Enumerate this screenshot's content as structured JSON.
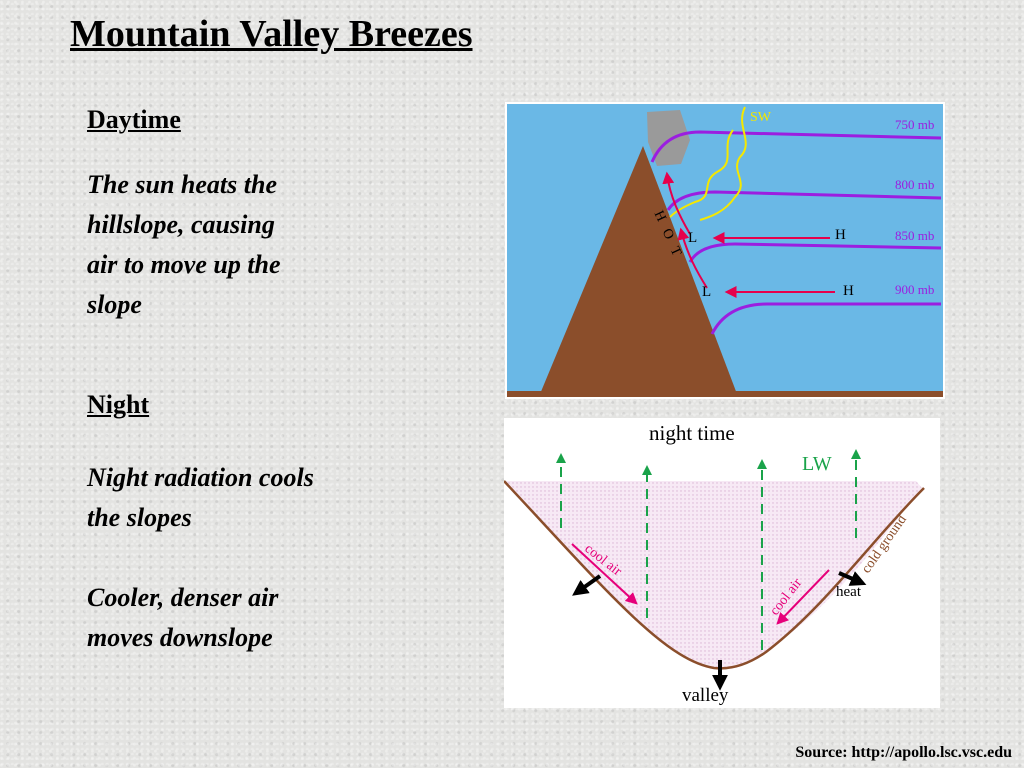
{
  "title": "Mountain Valley Breezes",
  "daytime": {
    "heading": "Daytime",
    "lines": [
      "The sun heats the",
      "hillslope, causing",
      "air to move up the",
      "slope"
    ]
  },
  "night": {
    "heading": "Night",
    "para1": [
      "Night radiation cools",
      "the slopes"
    ],
    "para2": [
      "Cooler, denser air",
      "moves downslope"
    ]
  },
  "day_diagram": {
    "sw": "SW",
    "pressure_levels": [
      "750 mb",
      "800 mb",
      "850 mb",
      "900 mb"
    ],
    "hot": [
      "H",
      "O",
      "T"
    ],
    "low": "L",
    "high": "H",
    "colors": {
      "sky": "#6ab8e6",
      "mountain": "#8b4e2b",
      "isobar": "#9b1ee0",
      "flow": "#e6004c",
      "sun": "#f5e800",
      "cloud": "#9a9a9a"
    }
  },
  "night_diagram": {
    "title": "night time",
    "lw": "LW",
    "cool_air": "cool air",
    "cold_ground": "cold ground",
    "heat": "heat",
    "valley": "valley",
    "colors": {
      "ground": "#8b4e2b",
      "radiation": "#1aa34a",
      "flow": "#e6007a",
      "air": "#f3dcf0"
    }
  },
  "source": "Source: http://apollo.lsc.vsc.edu"
}
